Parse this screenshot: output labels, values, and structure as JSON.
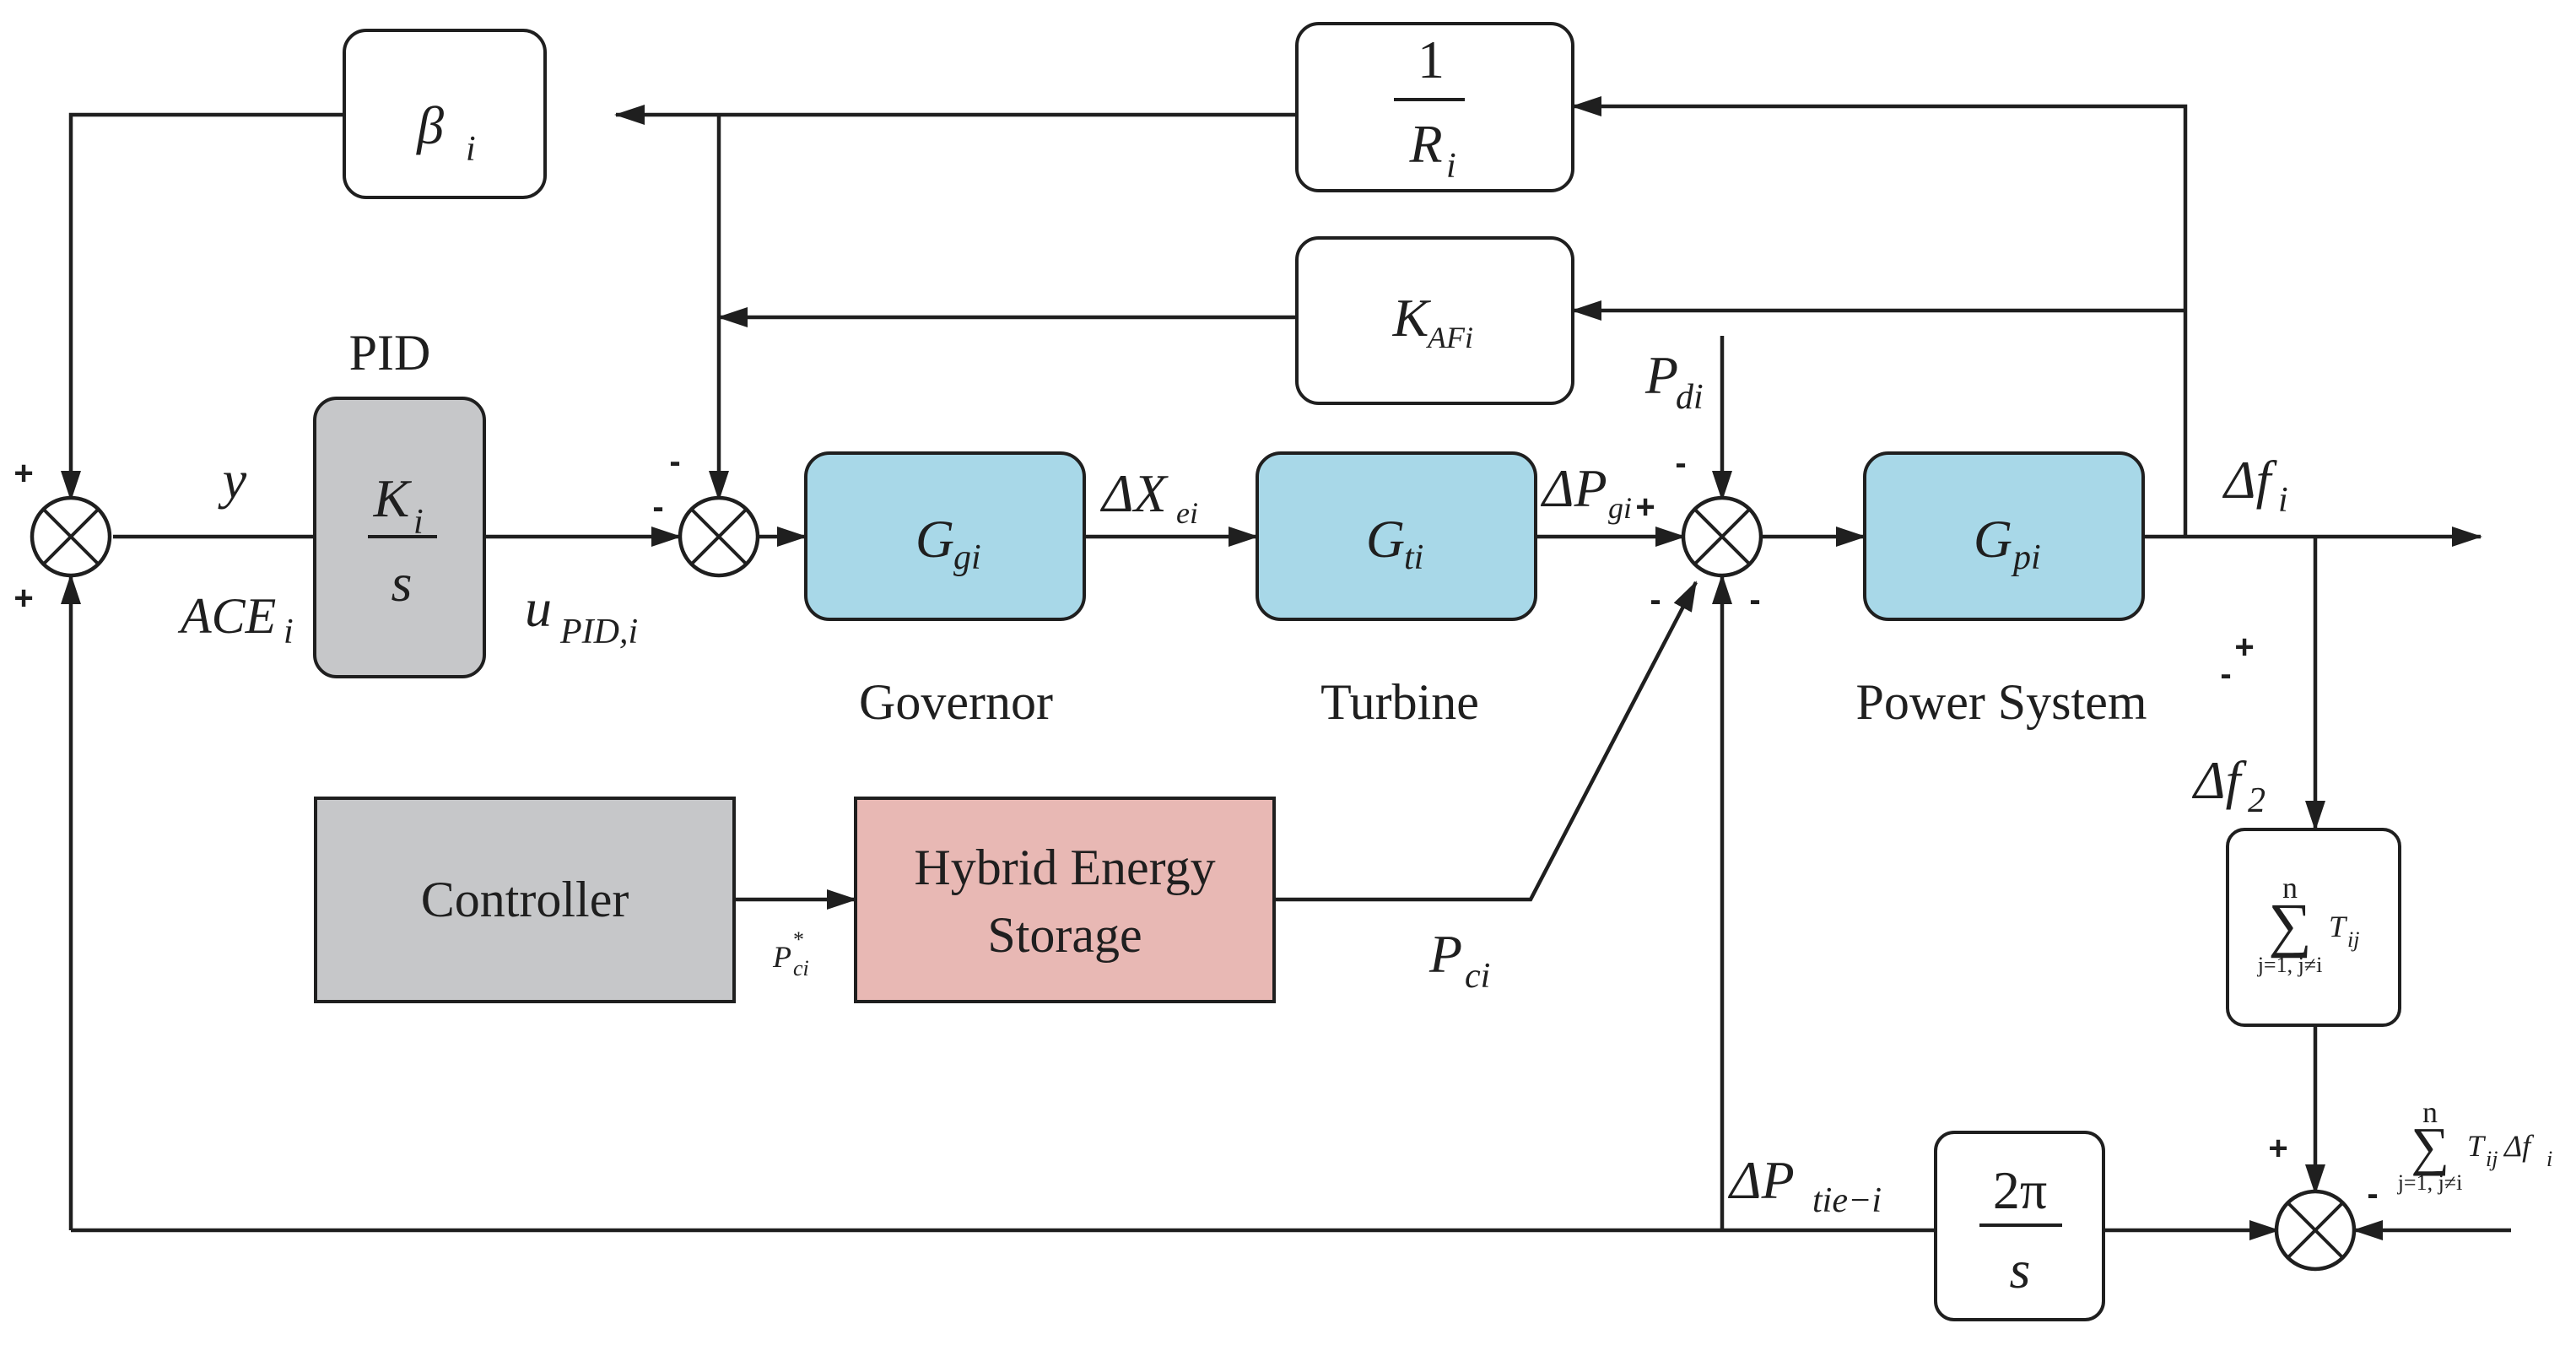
{
  "blocks": {
    "pid_title": "PID",
    "pid_num_main": "K",
    "pid_num_sub": "i",
    "pid_den": "s",
    "beta_main": "β",
    "beta_sub": "i",
    "r_num": "1",
    "r_den_main": "R",
    "r_den_sub": "i",
    "kafi_main": "K",
    "kafi_sub": "AFi",
    "governor_main": "G",
    "governor_sub": "gi",
    "governor_label": "Governor",
    "turbine_main": "G",
    "turbine_sub": "ti",
    "turbine_label": "Turbine",
    "power_main": "G",
    "power_sub": "pi",
    "power_label": "Power System",
    "controller_label": "Controller",
    "hes_line1": "Hybrid Energy",
    "hes_line2": "Storage",
    "tsum_sigma": "∑",
    "tsum_top": "n",
    "tsum_bottom": "j=1, j≠i",
    "tsum_term_main": "T",
    "tsum_term_sub": "ij",
    "twopi_num": "2π",
    "twopi_den": "s"
  },
  "signals": {
    "y": "y",
    "ace_main": "ACE",
    "ace_sub": "i",
    "upid_main": "u",
    "upid_sub": "PID,i",
    "dxe_main": "ΔX",
    "dxe_sub": "ei",
    "dpg_main": "ΔP",
    "dpg_sub": "gi",
    "pd_main": "P",
    "pd_sub": "di",
    "df_main": "Δf",
    "df_sub": "i",
    "df2_main": "Δf",
    "df2_sub": "2",
    "pcstar_main": "P",
    "pcstar_sup": "*",
    "pcstar_sub": "ci",
    "pc_main": "P",
    "pc_sub": "ci",
    "dptie_main": "ΔP",
    "dptie_sub": "tie−i",
    "ext_sigma": "∑",
    "ext_top": "n",
    "ext_bottom": "j=1, j≠i",
    "ext_term_main": "T",
    "ext_term_sub": "ij",
    "ext_term_tail_main": "Δf",
    "ext_term_tail_sub": "i"
  },
  "signs": {
    "s1_top": "+",
    "s1_bottom": "+",
    "s2_left": "-",
    "s2_top": "-",
    "s3_left": "+",
    "s3_top": "-",
    "s3_bottom_left": "-",
    "s3_bottom_right": "-",
    "branch_plus": "+",
    "branch_minus": "-",
    "s4_top": "+",
    "s4_right": "-"
  },
  "colors": {
    "blue_block": "#a8d8e8",
    "gray_block": "#c6c7c9",
    "pink_block": "#e8b8b4",
    "white_block": "#ffffff"
  }
}
